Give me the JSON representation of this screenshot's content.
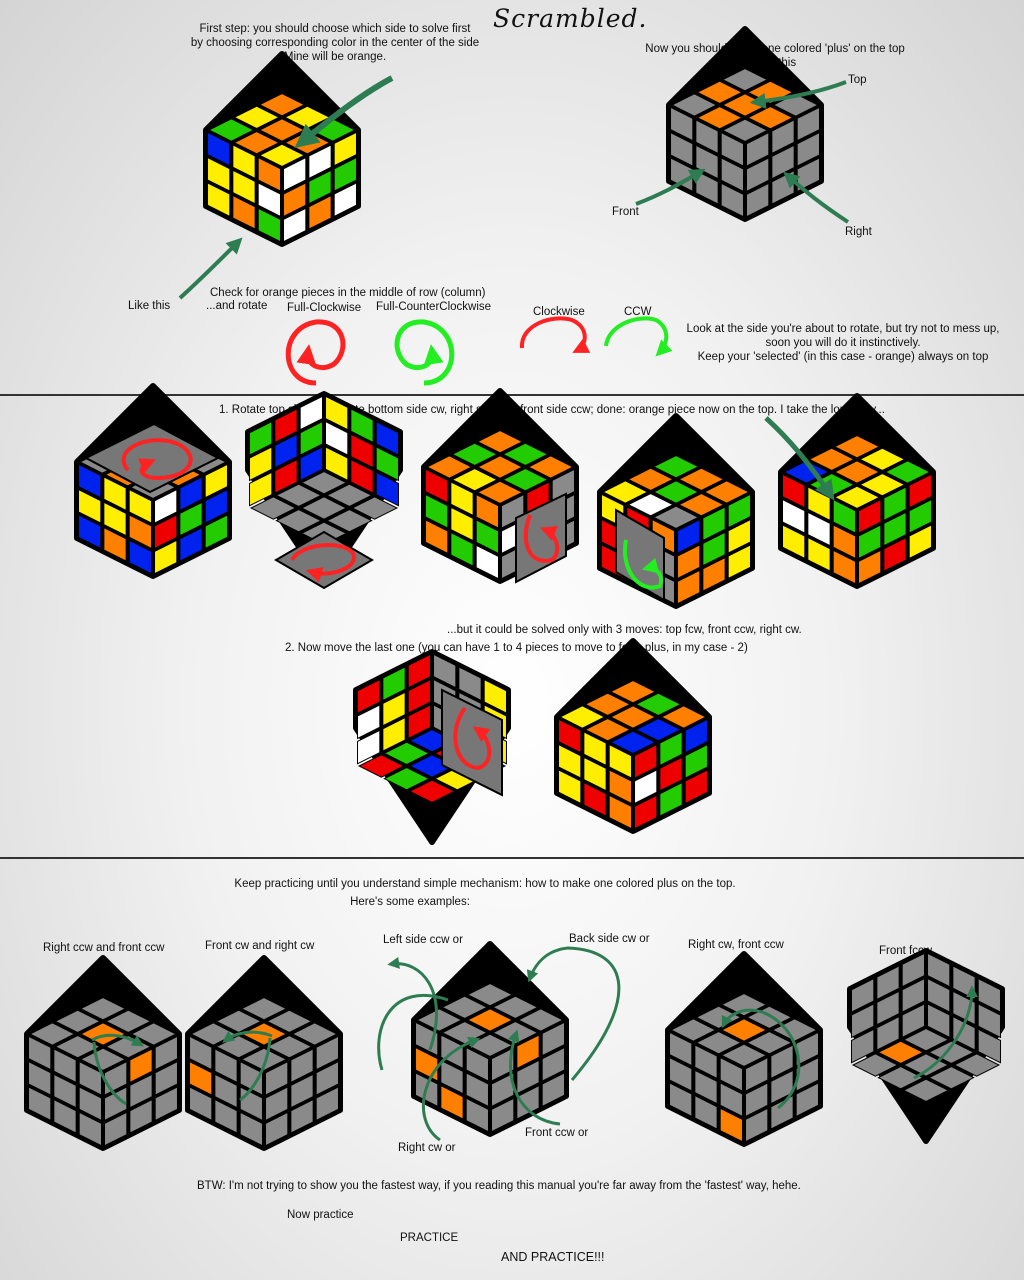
{
  "title": "Scrambled.",
  "intro": {
    "first_step_1": "First step: you should choose which side to solve first",
    "first_step_2": "by choosing corresponding color in the center of the side",
    "first_step_3": "Mine will be orange.",
    "plus_1": "Now you should make one colored 'plus' on the top",
    "plus_2": "Like this",
    "top": "Top",
    "front": "Front",
    "right": "Right",
    "like_this": "Like this",
    "check_1": "Check for orange pieces in the middle of row (column)",
    "check_2": "...and rotate",
    "full_cw": "Full-Clockwise",
    "full_ccw": "Full-CounterClockwise",
    "cw": "Clockwise",
    "ccw": "CCW",
    "look_1": "Look at the side you're about to rotate, but try not to mess up,",
    "look_2": "soon you will do it instinctively.",
    "look_3": "Keep your 'selected' (in this case - orange) always on top"
  },
  "step1": {
    "text": "1. Rotate top side fcw, rotate bottom side cw, right side cw, front side ccw; done: orange piece now on the top. I take the long way...",
    "alt": "...but it could be solved only with 3 moves: top fcw, front ccw, right cw."
  },
  "step2": {
    "text": "2. Now move the last one (you can have 1 to 4 pieces to move to form plus, in my case - 2)"
  },
  "practice": {
    "text_1": "Keep practicing until you understand simple mechanism: how to make one colored plus on the top.",
    "text_2": "Here's some examples:",
    "ex1": "Right ccw and front ccw",
    "ex2": "Front cw and right cw",
    "ex3_left": "Left side ccw or",
    "ex3_back": "Back side cw or",
    "ex3_right": "Right cw or",
    "ex3_front": "Front ccw or",
    "ex4": "Right cw, front ccw",
    "ex5": "Front fccw",
    "btw": "BTW: I'm not trying to show you the fastest way, if you reading this manual you're far away from the 'fastest' way, hehe.",
    "now": "Now practice",
    "practice": "PRACTICE",
    "and": "AND PRACTICE!!!"
  },
  "colors": {
    "orange": "#ff7f00",
    "yellow": "#ffee00",
    "green": "#22cc00",
    "blue": "#0022ee",
    "red": "#ee0000",
    "white": "#ffffff",
    "gray": "#8a8a8a",
    "arrow_green": "#2e7d52",
    "arrow_red": "#ff2222",
    "arrow_light_green": "#22ee22"
  }
}
